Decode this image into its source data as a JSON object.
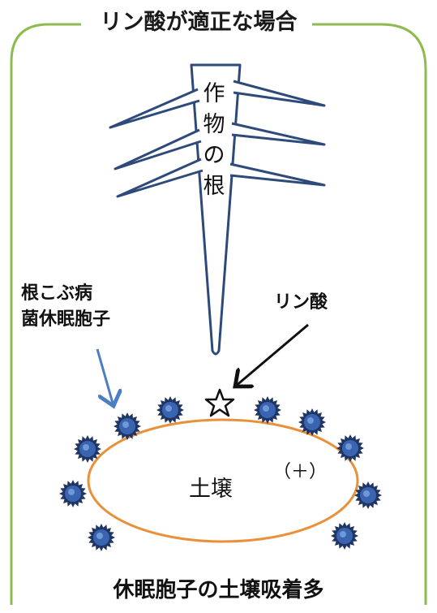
{
  "title": "リン酸が適正な場合",
  "root_label": [
    "作",
    "物",
    "の",
    "根"
  ],
  "spore_label": [
    "根こぶ病",
    "菌休眠胞子"
  ],
  "phosphate_label": "リン酸",
  "soil_label": "土壌",
  "charge_label": "（＋）",
  "footer": "休眠胞子の土壌吸着多",
  "colors": {
    "frame": "#8dbb4f",
    "root": "#2d4a7a",
    "soil_outline": "#e8913a",
    "spore_core": "#3a64b0",
    "spore_spikes": "#1f3563",
    "blue_arrow": "#4b7ec3",
    "black_arrow": "#111111"
  },
  "icons": [
    "star-icon",
    "spore-icon"
  ]
}
